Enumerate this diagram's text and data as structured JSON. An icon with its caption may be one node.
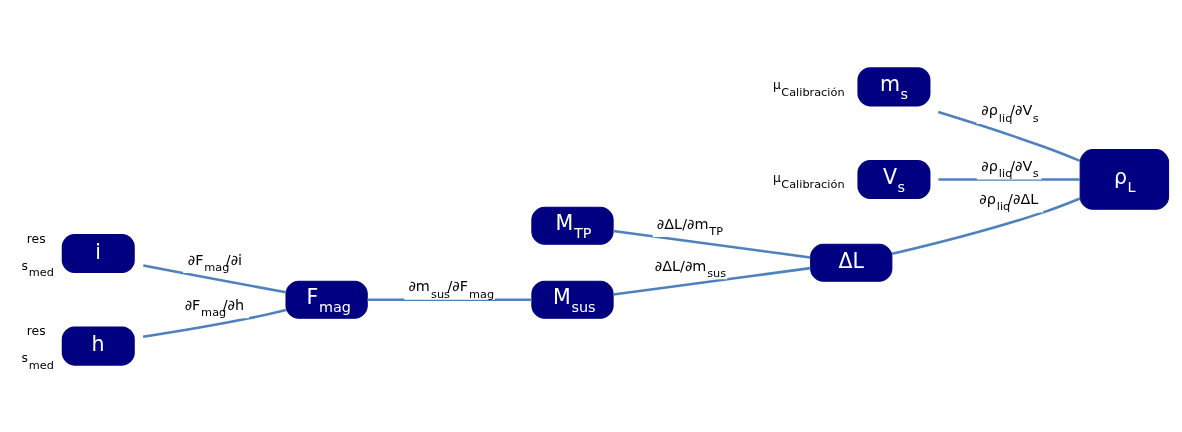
{
  "diagram": {
    "nodes": [
      {
        "text": [
          "m$_{s}$"
        ],
        "beside": [
          "μ$_{Calibración}$"
        ]
      },
      {
        "text": [
          "V$_{s}$"
        ],
        "beside": [
          "μ$_{Calibración}$"
        ]
      },
      {
        "text": [
          "i"
        ],
        "beside": [
          "res",
          "s$_{med}$"
        ]
      },
      {
        "text": [
          "ρ$_{L}$"
        ]
      },
      {
        "text": [
          "M$_{TP}$"
        ]
      },
      {
        "text": [
          "F$_{mag}$"
        ]
      },
      {
        "text": [
          "ΔL"
        ]
      },
      {
        "text": [
          "M$_{sus}$"
        ]
      },
      {
        "text": [
          "h"
        ],
        "beside": [
          "res",
          "s$_{med}$"
        ]
      }
    ],
    "edges": [
      {
        "from": 2,
        "to": 5,
        "arrow": "none",
        "label": "∂F$_{mag}$/∂i"
      },
      {
        "from": 8,
        "to": 5,
        "arrow": "none",
        "label": "∂F$_{mag}$/∂h"
      },
      {
        "from": 5,
        "to": 7,
        "arrow": "none",
        "label": "∂m$_{sus}$/∂F$_{mag}$"
      },
      {
        "from": 4,
        "to": 6,
        "arrow": "none",
        "label": "∂ΔL/∂m$_{TP}$"
      },
      {
        "from": 7,
        "to": 6,
        "arrow": "none",
        "label": "∂ΔL/∂m$_{sus}$"
      },
      {
        "from": 0,
        "to": 3,
        "arrow": "none",
        "label": "∂ρ$_{liq}$/∂V$_{s}$"
      },
      {
        "from": 1,
        "to": 3,
        "arrow": "none",
        "label": "∂ρ$_{liq}$/∂V$_{s}$"
      },
      {
        "from": 6,
        "to": 3,
        "arrow": "none",
        "label": "∂ρ$_{liq}$/∂ΔL"
      }
    ]
  }
}
